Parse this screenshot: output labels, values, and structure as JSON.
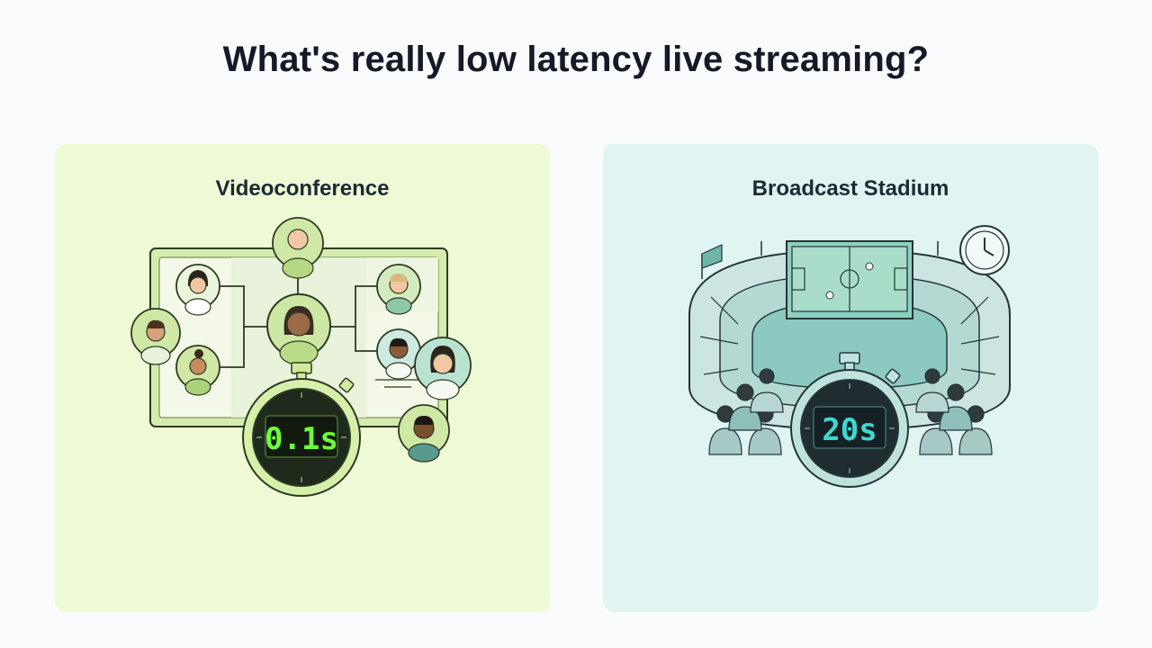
{
  "page": {
    "title": "What's really low latency live streaming?"
  },
  "panels": [
    {
      "id": "videoconference",
      "title": "Videoconference",
      "latency": "0.1s",
      "accent": "#b8dd7c",
      "display_color": "#6dff3c"
    },
    {
      "id": "broadcast-stadium",
      "title": "Broadcast Stadium",
      "latency": "20s",
      "accent": "#9ed3cc",
      "display_color": "#3fd6d0"
    }
  ],
  "icons": {
    "people": "person-avatar-icon",
    "timer": "stopwatch-icon",
    "clock": "clock-icon",
    "field": "soccer-field-icon"
  }
}
